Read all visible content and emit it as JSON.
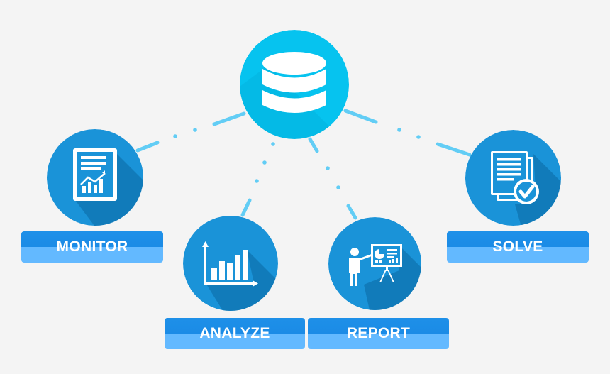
{
  "diagram": {
    "nodes": [
      {
        "id": "database",
        "icon": "database-icon",
        "color": "#06c3ef"
      },
      {
        "id": "monitor",
        "icon": "report-chart-document-icon",
        "label": "MONITOR",
        "color": "#1a93d8"
      },
      {
        "id": "analyze",
        "icon": "bar-chart-icon",
        "label": "ANALYZE",
        "color": "#1a93d8"
      },
      {
        "id": "report",
        "icon": "presenter-board-icon",
        "label": "REPORT",
        "color": "#1a93d8"
      },
      {
        "id": "solve",
        "icon": "documents-checkmark-icon",
        "label": "SOLVE",
        "color": "#1a93d8"
      }
    ],
    "edges": [
      {
        "from": "database",
        "to": "monitor"
      },
      {
        "from": "database",
        "to": "analyze"
      },
      {
        "from": "database",
        "to": "report"
      },
      {
        "from": "database",
        "to": "solve"
      }
    ]
  },
  "colors": {
    "connector": "#62cdf5",
    "label_top": "#1e90e8",
    "label_bottom": "#63b9ff",
    "background": "#f4f4f4"
  }
}
